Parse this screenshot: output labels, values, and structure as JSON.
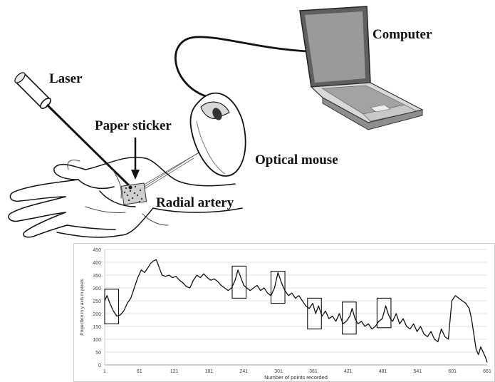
{
  "labels": {
    "laser": "Laser",
    "computer": "Computer",
    "paper_sticker": "Paper sticker",
    "optical_mouse": "Optical mouse",
    "radial_artery": "Radial artery"
  },
  "chart_data": {
    "type": "line",
    "xlabel": "Number of points recorded",
    "ylabel": "Projection in y axis in pixels",
    "xlim": [
      1,
      661
    ],
    "ylim": [
      0,
      450
    ],
    "xticks": [
      1,
      61,
      121,
      181,
      241,
      301,
      361,
      421,
      481,
      541,
      601,
      661
    ],
    "yticks": [
      0,
      50,
      100,
      150,
      200,
      250,
      300,
      350,
      400,
      450
    ],
    "grid": "horizontal",
    "line_color": "#111111",
    "series": [
      {
        "x": [
          1,
          5,
          10,
          16,
          22,
          28,
          34,
          40,
          46,
          52,
          58,
          64,
          70,
          76,
          80,
          85,
          90,
          95,
          100,
          106,
          112,
          118,
          124,
          130,
          136,
          142,
          148,
          154,
          160,
          166,
          172,
          178,
          184,
          190,
          196,
          202,
          208,
          214,
          220,
          226,
          231,
          236,
          241,
          246,
          252,
          258,
          264,
          270,
          276,
          282,
          288,
          294,
          300,
          306,
          312,
          318,
          324,
          330,
          336,
          342,
          348,
          354,
          360,
          365,
          370,
          376,
          382,
          388,
          394,
          400,
          406,
          412,
          418,
          424,
          428,
          433,
          438,
          444,
          450,
          456,
          462,
          468,
          474,
          480,
          486,
          490,
          494,
          498,
          504,
          510,
          516,
          522,
          528,
          534,
          540,
          546,
          552,
          558,
          564,
          570,
          576,
          582,
          588,
          594,
          600,
          606,
          612,
          618,
          624,
          630,
          634,
          638,
          642,
          646,
          650,
          654,
          658,
          661
        ],
        "y": [
          250,
          270,
          240,
          210,
          190,
          195,
          210,
          240,
          260,
          300,
          340,
          370,
          360,
          380,
          395,
          405,
          410,
          380,
          350,
          345,
          350,
          340,
          345,
          330,
          320,
          305,
          300,
          330,
          350,
          340,
          355,
          340,
          330,
          335,
          325,
          310,
          300,
          290,
          300,
          330,
          370,
          340,
          310,
          300,
          290,
          300,
          310,
          290,
          300,
          280,
          270,
          300,
          360,
          320,
          290,
          270,
          280,
          260,
          270,
          250,
          230,
          220,
          240,
          200,
          230,
          190,
          210,
          180,
          190,
          170,
          200,
          160,
          170,
          190,
          220,
          180,
          160,
          170,
          150,
          160,
          140,
          150,
          170,
          180,
          230,
          200,
          180,
          170,
          200,
          160,
          180,
          150,
          140,
          160,
          130,
          150,
          120,
          110,
          130,
          100,
          90,
          140,
          110,
          100,
          250,
          270,
          260,
          250,
          240,
          220,
          180,
          120,
          60,
          40,
          70,
          50,
          30,
          10
        ]
      }
    ],
    "annotations": [
      {
        "type": "box",
        "x": [
          1,
          25
        ],
        "y": [
          160,
          295
        ]
      },
      {
        "type": "box",
        "x": [
          221,
          245
        ],
        "y": [
          260,
          385
        ]
      },
      {
        "type": "box",
        "x": [
          288,
          312
        ],
        "y": [
          240,
          365
        ]
      },
      {
        "type": "box",
        "x": [
          351,
          375
        ],
        "y": [
          140,
          260
        ]
      },
      {
        "type": "box",
        "x": [
          411,
          435
        ],
        "y": [
          120,
          245
        ]
      },
      {
        "type": "box",
        "x": [
          471,
          495
        ],
        "y": [
          145,
          260
        ]
      }
    ]
  }
}
